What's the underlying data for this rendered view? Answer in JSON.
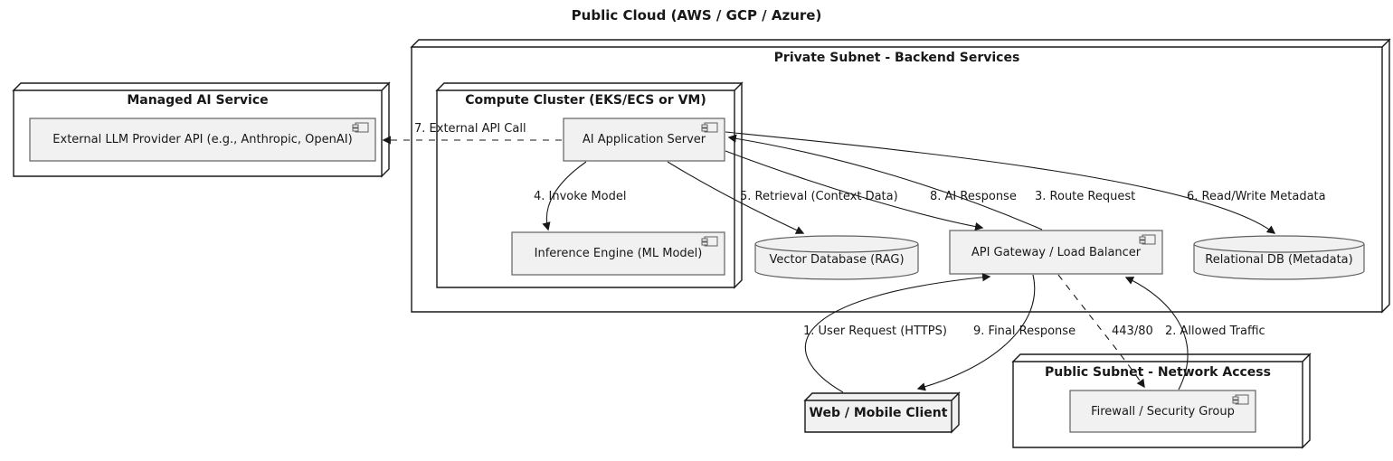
{
  "diagram": {
    "title": "Public Cloud (AWS / GCP / Azure)",
    "type": "deployment-diagram"
  },
  "nodes": {
    "managed_ai_service": {
      "label": "Managed AI Service",
      "kind": "node"
    },
    "private_subnet": {
      "label": "Private Subnet - Backend Services",
      "kind": "node"
    },
    "compute_cluster": {
      "label": "Compute Cluster (EKS/ECS or VM)",
      "kind": "node",
      "parent": "private_subnet"
    },
    "web_client": {
      "label": "Web / Mobile Client",
      "kind": "node"
    },
    "public_subnet": {
      "label": "Public Subnet - Network Access",
      "kind": "node"
    },
    "llm_api": {
      "label": "External LLM Provider API (e.g., Anthropic, OpenAI)",
      "kind": "component",
      "parent": "managed_ai_service"
    },
    "ai_app_server": {
      "label": "AI Application Server",
      "kind": "component",
      "parent": "compute_cluster"
    },
    "inference_engine": {
      "label": "Inference Engine (ML Model)",
      "kind": "component",
      "parent": "compute_cluster"
    },
    "api_gateway": {
      "label": "API Gateway / Load Balancer",
      "kind": "component",
      "parent": "private_subnet"
    },
    "firewall": {
      "label": "Firewall / Security Group",
      "kind": "component",
      "parent": "public_subnet"
    },
    "vector_db": {
      "label": "Vector Database (RAG)",
      "kind": "database",
      "parent": "private_subnet"
    },
    "relational_db": {
      "label": "Relational DB (Metadata)",
      "kind": "database",
      "parent": "private_subnet"
    }
  },
  "edges": [
    {
      "label": "1. User Request (HTTPS)",
      "from": "web_client",
      "to": "api_gateway",
      "line": "solid"
    },
    {
      "label": "2. Allowed Traffic",
      "from": "firewall",
      "to": "api_gateway",
      "line": "solid"
    },
    {
      "label": "3. Route Request",
      "from": "api_gateway",
      "to": "ai_app_server",
      "line": "solid"
    },
    {
      "label": "4. Invoke Model",
      "from": "ai_app_server",
      "to": "inference_engine",
      "line": "solid"
    },
    {
      "label": "5. Retrieval (Context Data)",
      "from": "ai_app_server",
      "to": "vector_db",
      "line": "solid"
    },
    {
      "label": "6. Read/Write Metadata",
      "from": "ai_app_server",
      "to": "relational_db",
      "line": "solid"
    },
    {
      "label": "7. External API Call",
      "from": "ai_app_server",
      "to": "llm_api",
      "line": "dashed"
    },
    {
      "label": "8. AI Response",
      "from": "ai_app_server",
      "to": "api_gateway",
      "line": "solid"
    },
    {
      "label": "9. Final Response",
      "from": "api_gateway",
      "to": "web_client",
      "line": "solid"
    },
    {
      "label": "443/80",
      "from": "api_gateway",
      "to": "firewall",
      "line": "dashed"
    }
  ],
  "colors": {
    "background": "#FFFFFF",
    "node_fill": "#FFFFFF",
    "component_fill": "#F1F1F1",
    "line": "#181818",
    "text": "#181818"
  }
}
